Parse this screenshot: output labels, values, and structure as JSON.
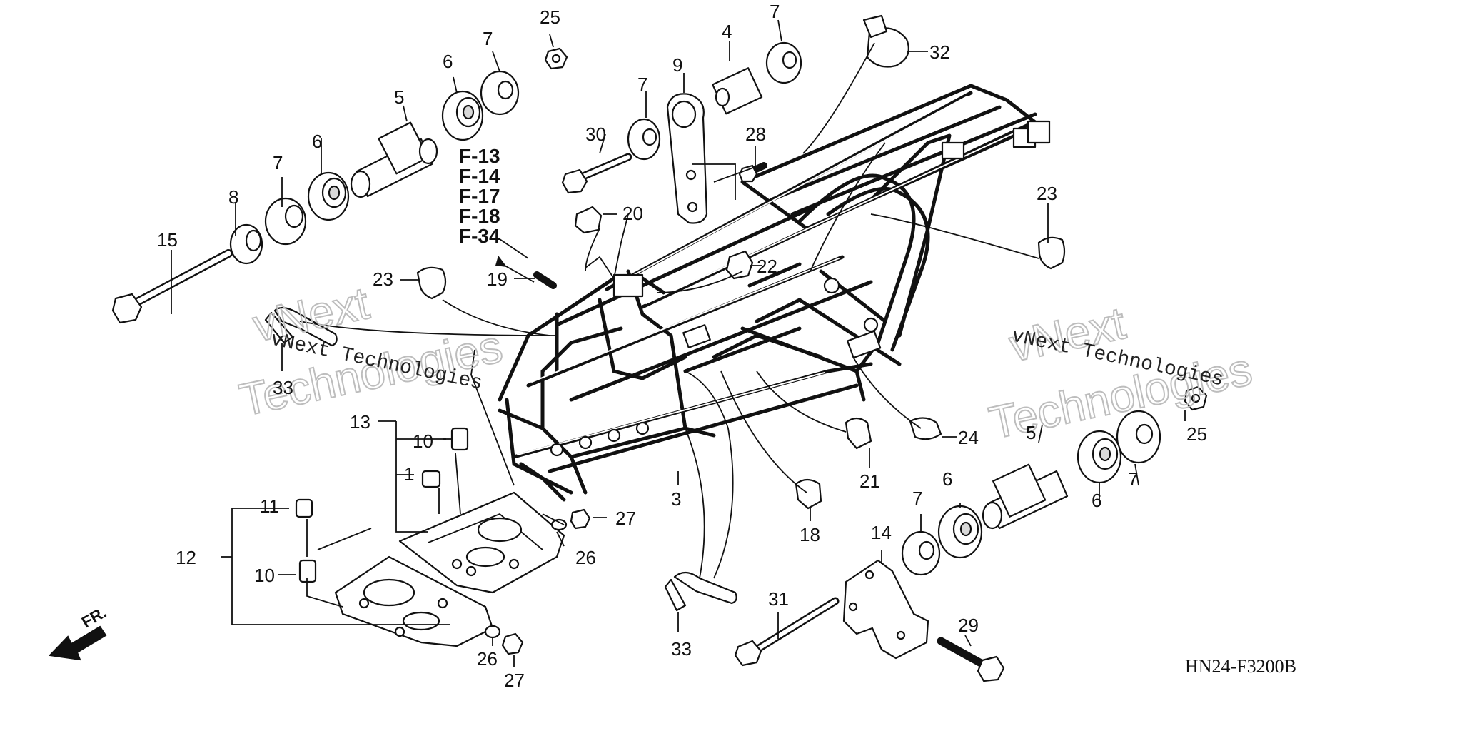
{
  "callouts": {
    "c1": "1",
    "c3": "3",
    "c4": "4",
    "c5a": "5",
    "c5b": "5",
    "c6a": "6",
    "c6b": "6",
    "c6c": "6",
    "c6d": "6",
    "c7a": "7",
    "c7b": "7",
    "c7c": "7",
    "c7d": "7",
    "c7e": "7",
    "c7f": "7",
    "c8": "8",
    "c9": "9",
    "c10a": "10",
    "c10b": "10",
    "c11": "11",
    "c12": "12",
    "c13": "13",
    "c14": "14",
    "c15": "15",
    "c18": "18",
    "c19": "19",
    "c20": "20",
    "c21": "21",
    "c22": "22",
    "c23a": "23",
    "c23b": "23",
    "c24": "24",
    "c25a": "25",
    "c25b": "25",
    "c26a": "26",
    "c26b": "26",
    "c27a": "27",
    "c27b": "27",
    "c28": "28",
    "c29": "29",
    "c30": "30",
    "c31": "31",
    "c32": "32",
    "c33a": "33",
    "c33b": "33"
  },
  "references": [
    "F-13",
    "F-14",
    "F-17",
    "F-18",
    "F-34"
  ],
  "direction_label": "FR.",
  "diagram_code": "HN24-F3200B",
  "watermarks": {
    "brand_a": "vNext",
    "brand_b": "Technologies",
    "line": "vNext Technologies"
  }
}
